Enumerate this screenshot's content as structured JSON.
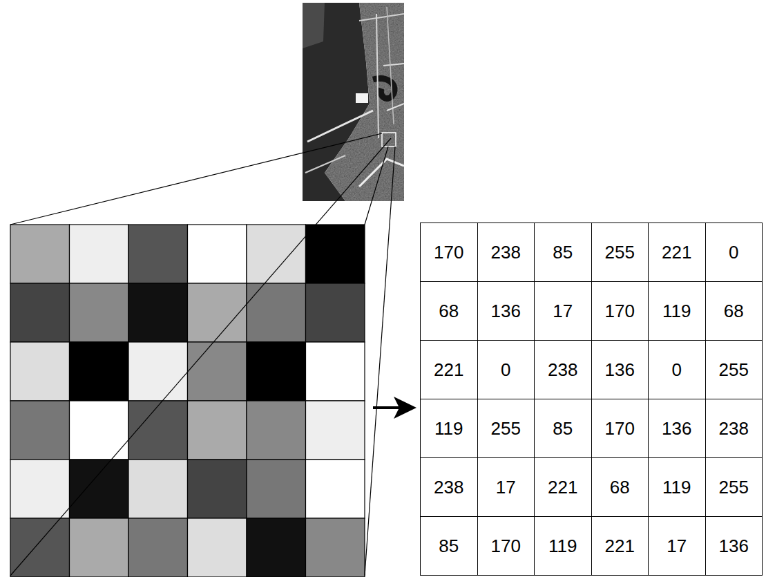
{
  "diagram": {
    "labels": [
      "170",
      "238",
      "85",
      "255",
      "221",
      "0",
      "68",
      "136",
      "17",
      "170",
      "119",
      "68",
      "221",
      "0",
      "238",
      "136",
      "0",
      "255",
      "119",
      "255",
      "85",
      "170",
      "136",
      "238",
      "238",
      "17",
      "221",
      "68",
      "119",
      "255",
      "85",
      "170",
      "119",
      "221",
      "17",
      "136"
    ]
  }
}
